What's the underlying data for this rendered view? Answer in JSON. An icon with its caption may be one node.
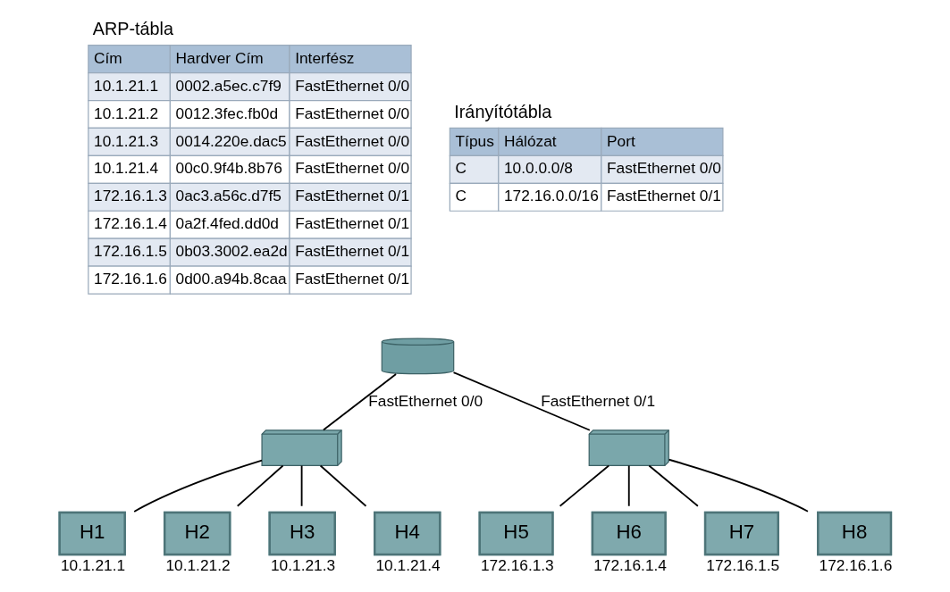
{
  "diagram": {
    "nodes": [
      {
        "text": [],
        "shape": "cylinder"
      },
      {
        "text": [],
        "shape": "box"
      },
      {
        "text": [],
        "shape": "box"
      },
      {
        "text": [
          "H1"
        ],
        "beside": [
          "10.1.21.1"
        ]
      },
      {
        "text": [
          "H2"
        ],
        "beside": [
          "10.1.21.2"
        ]
      },
      {
        "text": [
          "H3"
        ],
        "beside": [
          "10.1.21.3"
        ]
      },
      {
        "text": [
          "H4"
        ],
        "beside": [
          "10.1.21.4"
        ]
      },
      {
        "text": [
          "H5"
        ],
        "beside": [
          "172.16.1.3"
        ]
      },
      {
        "text": [
          "H6"
        ],
        "beside": [
          "172.16.1.4"
        ]
      },
      {
        "text": [
          "H7"
        ],
        "beside": [
          "172.16.1.5"
        ]
      },
      {
        "text": [
          "H8"
        ],
        "beside": [
          "172.16.1.6"
        ]
      }
    ],
    "edges": [
      {
        "from": 0,
        "to": 1,
        "arrow": "none",
        "label": "FastEthernet 0/0"
      },
      {
        "from": 0,
        "to": 2,
        "arrow": "none",
        "label": "FastEthernet 0/1"
      },
      {
        "from": 1,
        "to": 3,
        "arrow": "none"
      },
      {
        "from": 1,
        "to": 4,
        "arrow": "none"
      },
      {
        "from": 1,
        "to": 5,
        "arrow": "none"
      },
      {
        "from": 1,
        "to": 6,
        "arrow": "none"
      },
      {
        "from": 2,
        "to": 7,
        "arrow": "none"
      },
      {
        "from": 2,
        "to": 8,
        "arrow": "none"
      },
      {
        "from": 2,
        "to": 9,
        "arrow": "none"
      },
      {
        "from": 2,
        "to": 10,
        "arrow": "none"
      }
    ],
    "labels": [
      "ARP-tábla",
      "Irányítótábla",
      "Cím",
      "Hardver Cím",
      "Interfész",
      "10.1.21.1",
      "0002.a5ec.c7f9",
      "FastEthernet 0/0",
      "10.1.21.2",
      "0012.3fec.fb0d",
      "FastEthernet 0/0",
      "10.1.21.3",
      "0014.220e.dac5",
      "FastEthernet 0/0",
      "10.1.21.4",
      "00c0.9f4b.8b76",
      "FastEthernet 0/0",
      "172.16.1.3",
      "0ac3.a56c.d7f5",
      "FastEthernet 0/1",
      "172.16.1.4",
      "0a2f.4fed.dd0d",
      "FastEthernet 0/1",
      "172.16.1.5",
      "0b03.3002.ea2d",
      "FastEthernet 0/1",
      "172.16.1.6",
      "0d00.a94b.8caa",
      "FastEthernet 0/1",
      "Típus",
      "Hálózat",
      "Port",
      "C",
      "10.0.0.0/8",
      "FastEthernet 0/0",
      "C",
      "172.16.0.0/16",
      "FastEthernet 0/1"
    ]
  }
}
